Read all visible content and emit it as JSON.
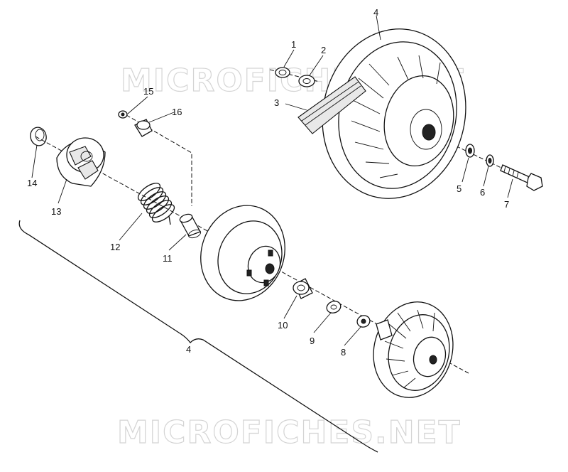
{
  "watermark": {
    "top": "MICROFICHES.NET",
    "bottom": "MICROFICHES.NET"
  },
  "callouts": {
    "p1": "1",
    "p2": "2",
    "p3": "3",
    "p4_top": "4",
    "p4_assembly": "4",
    "p5": "5",
    "p6": "6",
    "p7": "7",
    "p8": "8",
    "p9": "9",
    "p10": "10",
    "p11": "11",
    "p12": "12",
    "p13": "13",
    "p14": "14",
    "p15": "15",
    "p16": "16"
  }
}
